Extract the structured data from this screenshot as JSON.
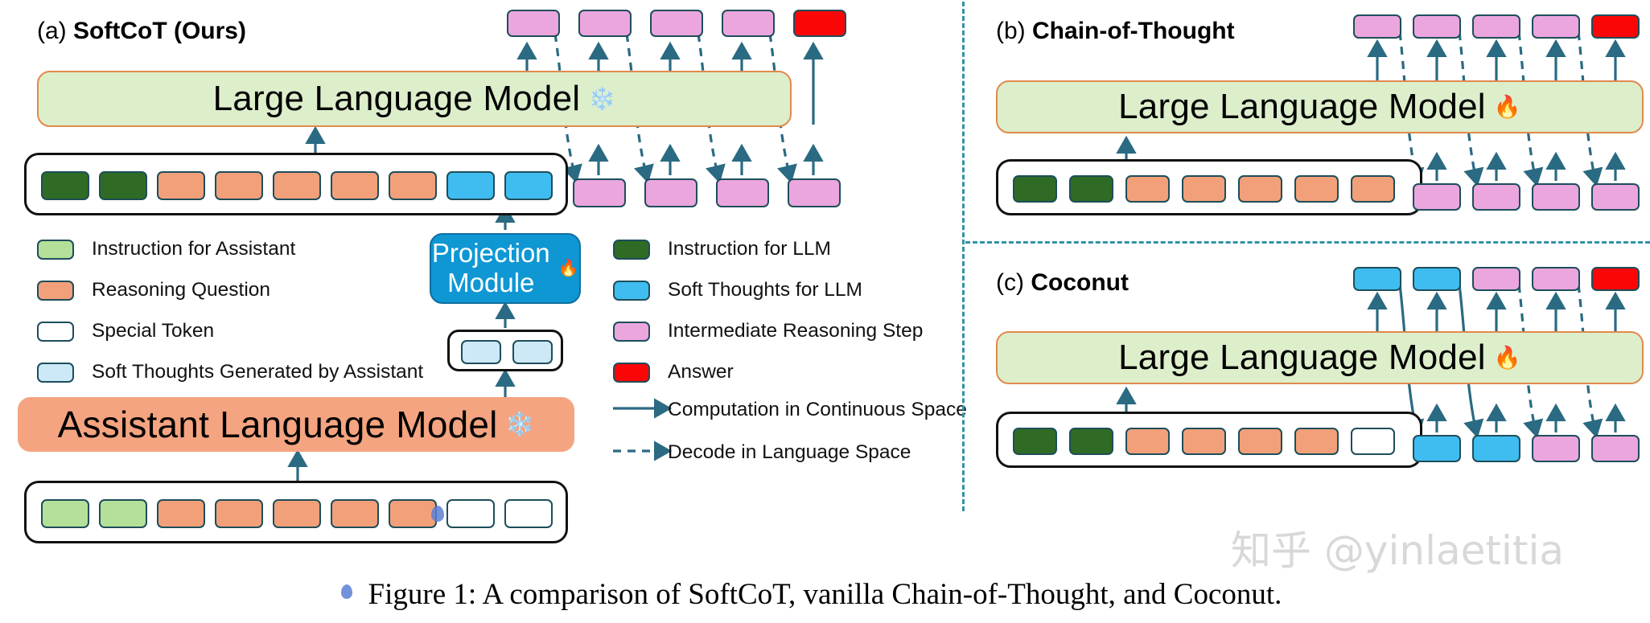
{
  "figure": {
    "caption": "Figure 1: A comparison of SoftCoT, vanilla Chain-of-Thought, and Coconut.",
    "watermark": "知乎 @yinlaetitia"
  },
  "panels": {
    "a": {
      "label": "(a)",
      "title": "SoftCoT (Ours)",
      "llm_label": "Large Language Model",
      "llm_emoji": "❄️",
      "assistant_label": "Assistant Language Model",
      "assistant_emoji": "❄️",
      "projection_label": "Projection Module",
      "projection_emoji": "🔥",
      "llm_input_tokens": [
        "green-dark",
        "green-dark",
        "orange",
        "orange",
        "orange",
        "orange",
        "orange",
        "blue",
        "blue"
      ],
      "llm_feedback_tokens": [
        "pink",
        "pink",
        "pink",
        "pink"
      ],
      "llm_output_tokens": [
        "pink",
        "pink",
        "pink",
        "pink",
        "red"
      ],
      "soft_thought_tokens": [
        "blue-pale",
        "blue-pale"
      ],
      "assistant_input_tokens": [
        "green-light",
        "green-light",
        "orange",
        "orange",
        "orange",
        "orange",
        "orange",
        "white",
        "white"
      ]
    },
    "b": {
      "label": "(b)",
      "title": "Chain-of-Thought",
      "llm_label": "Large Language Model",
      "llm_emoji": "🔥",
      "llm_input_tokens": [
        "green-dark",
        "green-dark",
        "orange",
        "orange",
        "orange",
        "orange",
        "orange"
      ],
      "llm_feedback_tokens": [
        "pink",
        "pink",
        "pink",
        "pink"
      ],
      "llm_output_tokens": [
        "pink",
        "pink",
        "pink",
        "pink",
        "red"
      ]
    },
    "c": {
      "label": "(c)",
      "title": "Coconut",
      "llm_label": "Large Language Model",
      "llm_emoji": "🔥",
      "llm_input_tokens": [
        "green-dark",
        "green-dark",
        "orange",
        "orange",
        "orange",
        "orange",
        "white"
      ],
      "llm_feedback_tokens": [
        "blue",
        "blue",
        "pink",
        "pink"
      ],
      "llm_output_tokens": [
        "blue",
        "blue",
        "pink",
        "pink",
        "red"
      ]
    }
  },
  "legend_left": [
    {
      "swatch": "green-light",
      "label": "Instruction for Assistant"
    },
    {
      "swatch": "orange",
      "label": "Reasoning Question"
    },
    {
      "swatch": "white",
      "label": "Special Token"
    },
    {
      "swatch": "blue-pale",
      "label": "Soft Thoughts Generated by Assistant"
    }
  ],
  "legend_right": [
    {
      "swatch": "green-dark",
      "label": "Instruction for LLM"
    },
    {
      "swatch": "blue",
      "label": "Soft Thoughts for LLM"
    },
    {
      "swatch": "pink",
      "label": "Intermediate Reasoning Step"
    },
    {
      "swatch": "red",
      "label": "Answer"
    },
    {
      "swatch": "arrow-solid",
      "label": "Computation in Continuous Space"
    },
    {
      "swatch": "arrow-dashed",
      "label": "Decode in Language Space"
    }
  ],
  "colors": {
    "green_dark": "#2f6b24",
    "green_light": "#b5e09a",
    "orange": "#f2a07a",
    "white": "#ffffff",
    "blue": "#3fbdf1",
    "blue_pale": "#cde9f8",
    "pink": "#eba6de",
    "red": "#fb0606",
    "llm_fill": "#ddeecb",
    "llm_border": "#e08a4d",
    "assistant_fill": "#f4a480",
    "projection_fill": "#0f97d4",
    "arrow": "#2a6a82",
    "divider": "#2f93a8"
  }
}
